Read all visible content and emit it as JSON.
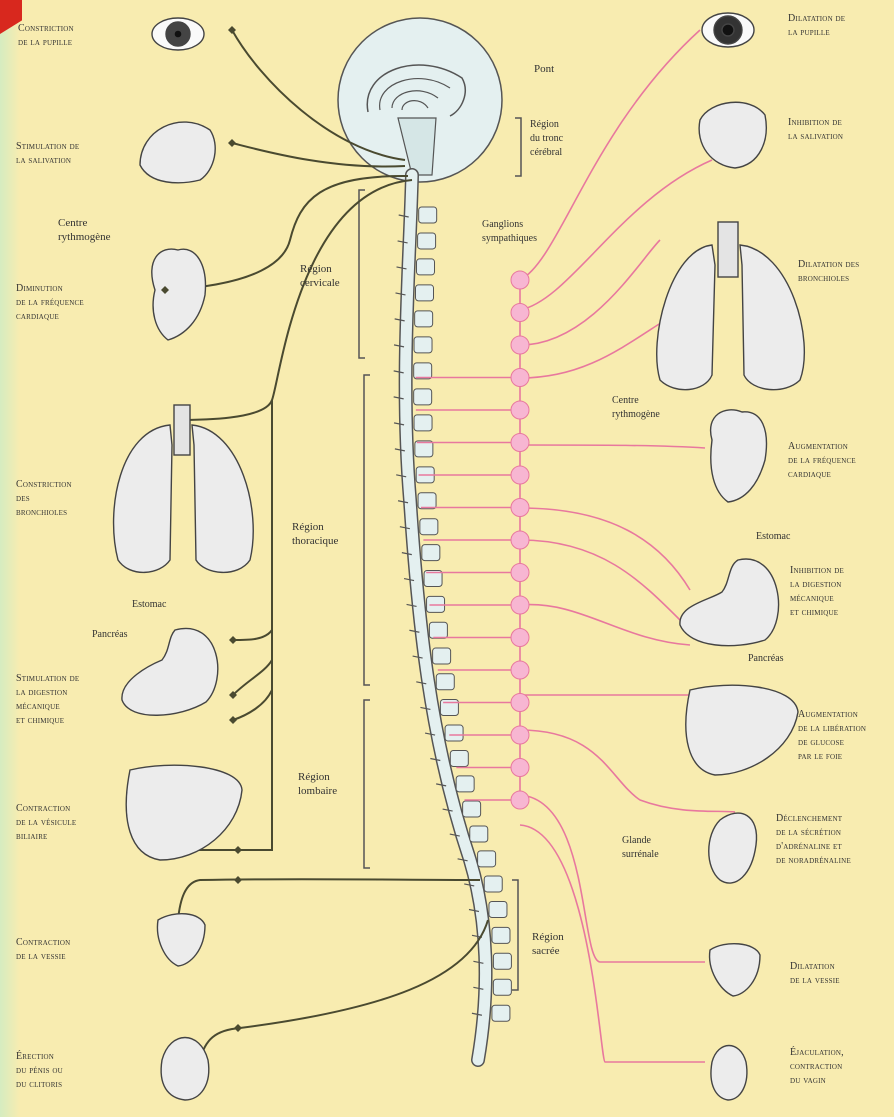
{
  "diagram": {
    "center_labels": {
      "pont": "Pont",
      "tronc": [
        "Région",
        "du tronc",
        "cérébral"
      ],
      "ganglions": [
        "Ganglions",
        "sympathiques"
      ],
      "cervicale": [
        "Région",
        "cervicale"
      ],
      "thoracique": [
        "Région",
        "thoracique"
      ],
      "lombaire": [
        "Région",
        "lombaire"
      ],
      "sacree": [
        "Région",
        "sacrée"
      ]
    },
    "left_effects": [
      {
        "id": "pupille",
        "lines": [
          "Constriction",
          "de la pupille"
        ]
      },
      {
        "id": "salivation",
        "lines": [
          "Stimulation de",
          "la salivation"
        ]
      },
      {
        "id": "rythmogene",
        "lines": [
          "Centre",
          "rythmogène"
        ]
      },
      {
        "id": "frequence",
        "lines": [
          "Diminution",
          "de la fréquence",
          "cardiaque"
        ]
      },
      {
        "id": "bronchioles",
        "lines": [
          "Constriction",
          "des",
          "bronchioles"
        ]
      },
      {
        "id": "estomac",
        "lines": [
          "Estomac"
        ]
      },
      {
        "id": "pancreas",
        "lines": [
          "Pancréas"
        ]
      },
      {
        "id": "digestion",
        "lines": [
          "Stimulation de",
          "la digestion",
          "mécanique",
          "et chimique"
        ]
      },
      {
        "id": "vesicule",
        "lines": [
          "Contraction",
          "de la vésicule",
          "biliaire"
        ]
      },
      {
        "id": "vessie",
        "lines": [
          "Contraction",
          "de la vessie"
        ]
      },
      {
        "id": "erection",
        "lines": [
          "Érection",
          "du pénis ou",
          "du clitoris"
        ]
      }
    ],
    "right_effects": [
      {
        "id": "pupille",
        "lines": [
          "Dilatation de",
          "la pupille"
        ]
      },
      {
        "id": "salivation",
        "lines": [
          "Inhibition de",
          "la salivation"
        ]
      },
      {
        "id": "bronchioles",
        "lines": [
          "Dilatation des",
          "bronchioles"
        ]
      },
      {
        "id": "rythmogene",
        "lines": [
          "Centre",
          "rythmogène"
        ]
      },
      {
        "id": "frequence",
        "lines": [
          "Augmentation",
          "de la fréquence",
          "cardiaque"
        ]
      },
      {
        "id": "estomac",
        "lines": [
          "Estomac"
        ]
      },
      {
        "id": "digestion",
        "lines": [
          "Inhibition de",
          "la digestion",
          "mécanique",
          "et chimique"
        ]
      },
      {
        "id": "pancreas",
        "lines": [
          "Pancréas"
        ]
      },
      {
        "id": "glucose",
        "lines": [
          "Augmentation",
          "de la libération",
          "de glucose",
          "par le foie"
        ]
      },
      {
        "id": "surrenale",
        "lines": [
          "Glande",
          "surrénale"
        ]
      },
      {
        "id": "adrenaline",
        "lines": [
          "Déclenchement",
          "de la sécrétion",
          "d'adrénaline et",
          "de noradrénaline"
        ]
      },
      {
        "id": "vessie",
        "lines": [
          "Dilatation",
          "de la vessie"
        ]
      },
      {
        "id": "ejaculation",
        "lines": [
          "Éjaculation,",
          "contraction",
          "du vagin"
        ]
      }
    ],
    "colors": {
      "background": "#f8ecb0",
      "parasympathetic": "#4a4a30",
      "sympathetic": "#e8789e",
      "ganglion_fill": "#f7b6d2",
      "organ_fill": "#ececec",
      "spine_fill": "#e4f0f0"
    }
  }
}
